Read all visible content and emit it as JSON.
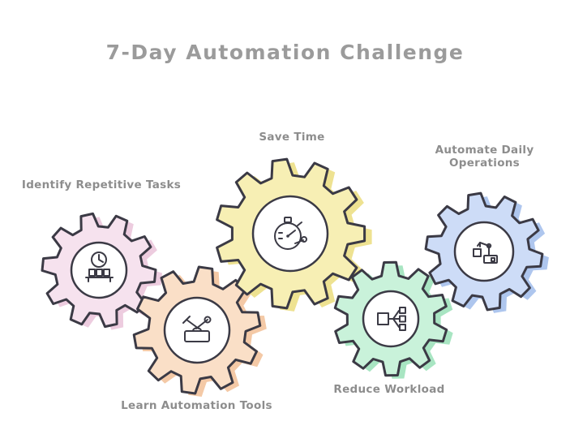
{
  "title": "7-Day Automation Challenge",
  "colors": {
    "background": "#ffffff",
    "stroke": "#3b3a45",
    "title": "#9b9b9b",
    "label": "#8d8d8d",
    "inner_circle": "#ffffff"
  },
  "gears": [
    {
      "label": "Identify Repetitive Tasks",
      "icon": "clock-task-icon",
      "fill_color": "#f6e2ee",
      "shadow_color": "#edccdf"
    },
    {
      "label": "Learn Automation Tools",
      "icon": "tools-icon",
      "fill_color": "#fadfc7",
      "shadow_color": "#f4c9a6"
    },
    {
      "label": "Save Time",
      "icon": "stopwatch-icon",
      "fill_color": "#f7efb4",
      "shadow_color": "#eee291"
    },
    {
      "label": "Reduce Workload",
      "icon": "workflow-icon",
      "fill_color": "#c9f2da",
      "shadow_color": "#a8e5c2"
    },
    {
      "label": "Automate Daily Operations",
      "icon": "robot-arm-icon",
      "fill_color": "#cddcf7",
      "shadow_color": "#aec6ee"
    }
  ]
}
